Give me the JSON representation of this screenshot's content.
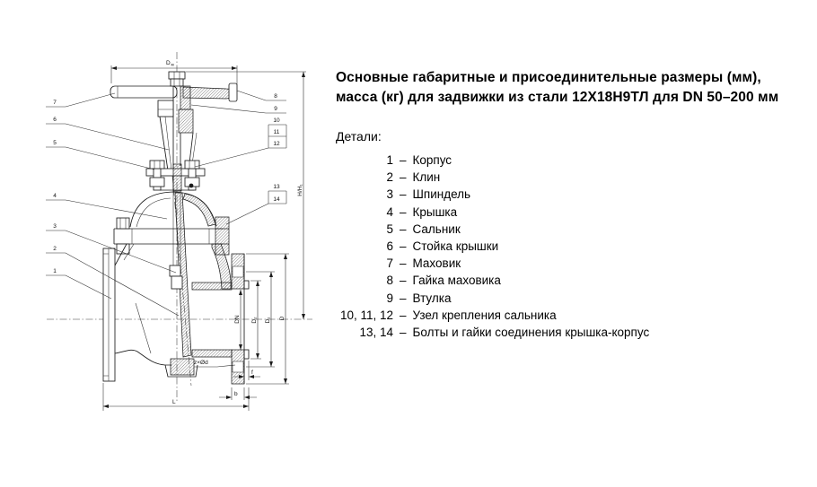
{
  "header": {
    "line1": "Основные габаритные и присоединительные размеры (мм),",
    "line2": "масса (кг) для задвижки из стали 12Х18Н9ТЛ для DN 50–200 мм"
  },
  "legend": {
    "heading": "Детали:",
    "dash": "–",
    "items": [
      {
        "num": "1",
        "label": "Корпус"
      },
      {
        "num": "2",
        "label": "Клин"
      },
      {
        "num": "3",
        "label": "Шпиндель"
      },
      {
        "num": "4",
        "label": "Крышка"
      },
      {
        "num": "5",
        "label": "Сальник"
      },
      {
        "num": "6",
        "label": "Стойка крышки"
      },
      {
        "num": "7",
        "label": "Маховик"
      },
      {
        "num": "8",
        "label": "Гайка маховика"
      },
      {
        "num": "9",
        "label": "Втулка"
      },
      {
        "num": "10, 11, 12",
        "label": "Узел крепления сальника"
      },
      {
        "num": "13, 14",
        "label": "Болты и гайки соединения крышка-корпус"
      }
    ]
  },
  "drawing": {
    "callouts": {
      "c1": "1",
      "c2": "2",
      "c3": "3",
      "c4": "4",
      "c5": "5",
      "c6": "6",
      "c7": "7",
      "c8": "8",
      "c9": "9",
      "c10": "10",
      "c11": "11",
      "c12": "12",
      "c13": "13",
      "c14": "14"
    },
    "dims": {
      "wheel_d": "D",
      "wheel_d_sub": "м",
      "height": "H/H₁",
      "dn": "DN",
      "d2": "D₂",
      "d1": "D₁",
      "d": "D",
      "length": "L",
      "b": "b",
      "f": "f",
      "holes": "z×Ød"
    }
  },
  "colors": {
    "line": "#1c1c1c",
    "text": "#000000",
    "background": "#ffffff"
  }
}
